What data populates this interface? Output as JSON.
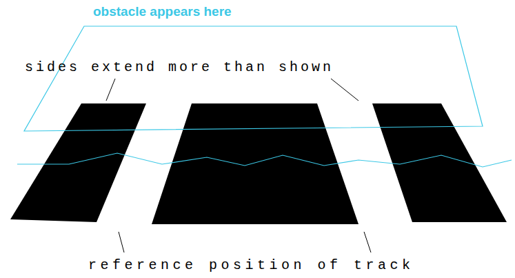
{
  "diagram": {
    "labels": [
      "obstacle appears here",
      "sides extend more than shown",
      "reference position of track"
    ]
  }
}
